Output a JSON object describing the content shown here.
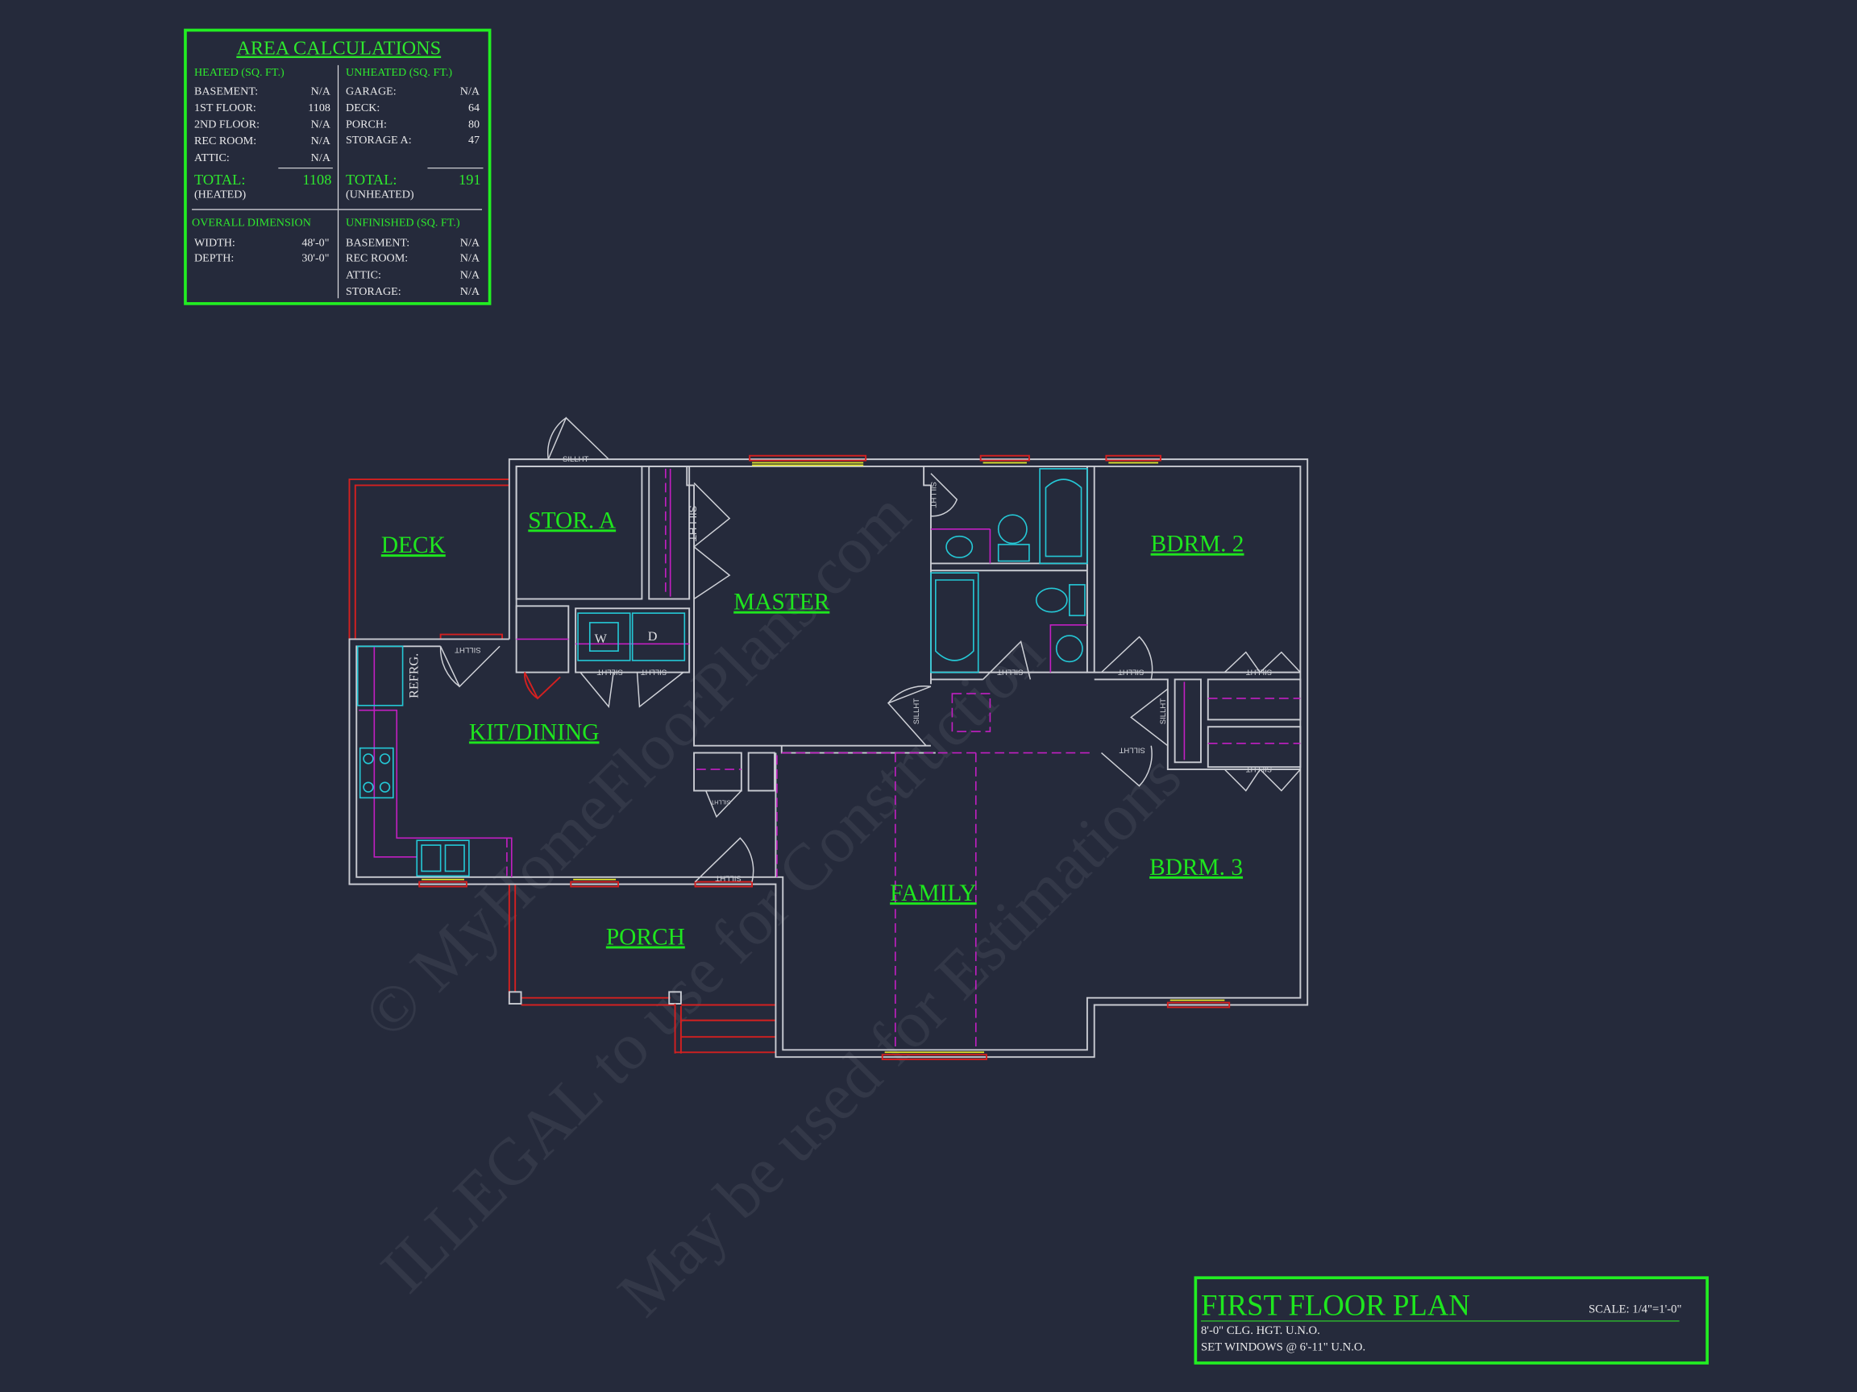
{
  "area_calculations": {
    "title": "AREA CALCULATIONS",
    "heated": {
      "heading": "HEATED (SQ. FT.)",
      "rows": [
        {
          "label": "BASEMENT:",
          "value": "N/A"
        },
        {
          "label": "1ST FLOOR:",
          "value": "1108"
        },
        {
          "label": "2ND FLOOR:",
          "value": "N/A"
        },
        {
          "label": "REC ROOM:",
          "value": "N/A"
        },
        {
          "label": "ATTIC:",
          "value": "N/A"
        }
      ],
      "total_label": "TOTAL:",
      "total_value": "1108",
      "total_sub": "(HEATED)"
    },
    "unheated": {
      "heading": "UNHEATED (SQ. FT.)",
      "rows": [
        {
          "label": "GARAGE:",
          "value": "N/A"
        },
        {
          "label": "DECK:",
          "value": "64"
        },
        {
          "label": "PORCH:",
          "value": "80"
        },
        {
          "label": "STORAGE A:",
          "value": "47"
        }
      ],
      "total_label": "TOTAL:",
      "total_value": "191",
      "total_sub": "(UNHEATED)"
    },
    "overall_dimension": {
      "heading": "OVERALL DIMENSION",
      "rows": [
        {
          "label": "WIDTH:",
          "value": "48'-0\""
        },
        {
          "label": "DEPTH:",
          "value": "30'-0\""
        }
      ]
    },
    "unfinished": {
      "heading": "UNFINISHED (SQ. FT.)",
      "rows": [
        {
          "label": "BASEMENT:",
          "value": "N/A"
        },
        {
          "label": "REC ROOM:",
          "value": "N/A"
        },
        {
          "label": "ATTIC:",
          "value": "N/A"
        },
        {
          "label": "STORAGE:",
          "value": "N/A"
        }
      ]
    }
  },
  "rooms": {
    "deck": "DECK",
    "stor_a": "STOR. A",
    "master": "MASTER",
    "kit_dining": "KIT/DINING",
    "family": "FAMILY",
    "bdrm2": "BDRM. 2",
    "bdrm3": "BDRM. 3",
    "porch": "PORCH"
  },
  "fixtures": {
    "refrigerator": "REFRG.",
    "washer": "W",
    "dryer": "D",
    "door_tag": "SILLHT"
  },
  "title_block": {
    "title": "FIRST FLOOR PLAN",
    "scale": "SCALE: 1/4\"=1'-0\"",
    "note1": "8'-0\" CLG. HGT. U.N.O.",
    "note2": "SET WINDOWS @ 6'-11\" U.N.O."
  },
  "watermark": {
    "line1": "© MyHomeFloorPlans.com",
    "line2": "ILLEGAL to use for Construction",
    "line3": "May be used for Estimations"
  },
  "colors": {
    "background": "#252a3b",
    "label_green": "#1ee61e",
    "wall": "#c9cbd2",
    "window_yellow": "#e6e62a",
    "exterior_red": "#d42020",
    "fixture_cyan": "#25c8d6",
    "overhead_magenta": "#c21fc2"
  }
}
